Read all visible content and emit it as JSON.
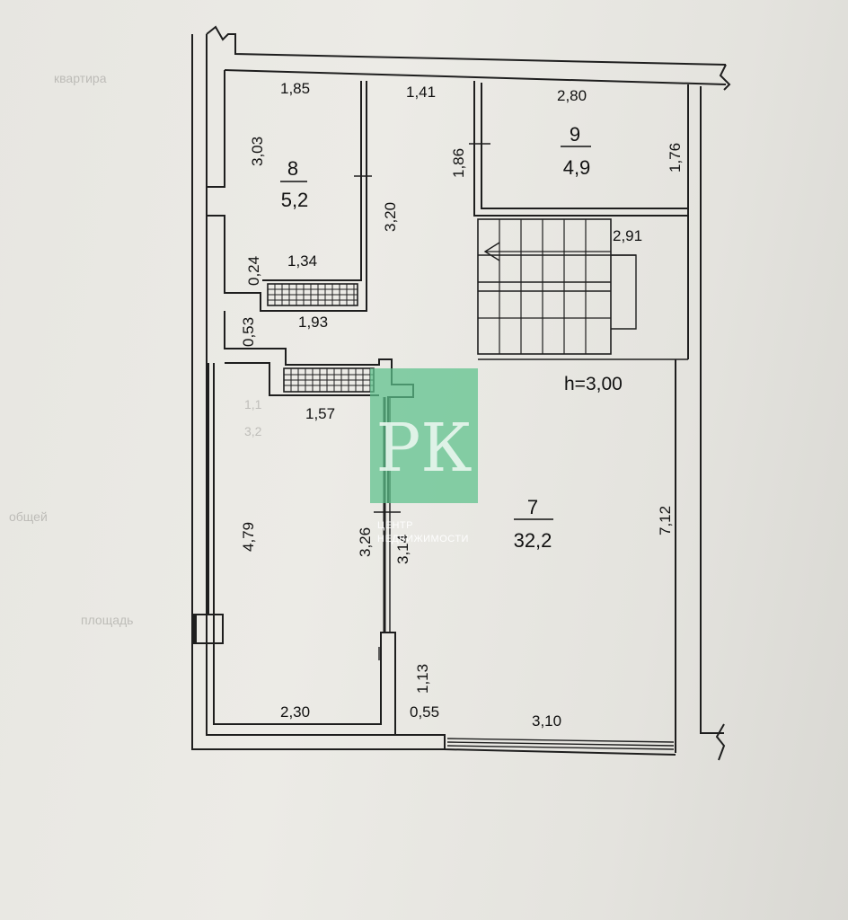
{
  "plan": {
    "ceiling_height": "h=3,00",
    "rooms": [
      {
        "number": "8",
        "area": "5,2"
      },
      {
        "number": "9",
        "area": "4,9"
      },
      {
        "number": "7",
        "area": "32,2"
      }
    ],
    "dimensions": {
      "d_185": "1,85",
      "d_141": "1,41",
      "d_280": "2,80",
      "d_303": "3,03",
      "d_320": "3,20",
      "d_186": "1,86",
      "d_176": "1,76",
      "d_291": "2,91",
      "d_024": "0,24",
      "d_134": "1,34",
      "d_053": "0,53",
      "d_193": "1,93",
      "d_157": "1,57",
      "d_479": "4,79",
      "d_326": "3,26",
      "d_314": "3,14",
      "d_712": "7,12",
      "d_113": "1,13",
      "d_230": "2,30",
      "d_055": "0,55",
      "d_310": "3,10"
    }
  },
  "watermark": {
    "letters": "РК",
    "caption_1": "ЦЕНТР",
    "caption_2": "НЕДВИЖИМОСТИ",
    "color": "#5bc08a"
  },
  "background_text": [
    "квартира",
    "1,1",
    "3,2",
    "общей",
    "площадь"
  ]
}
